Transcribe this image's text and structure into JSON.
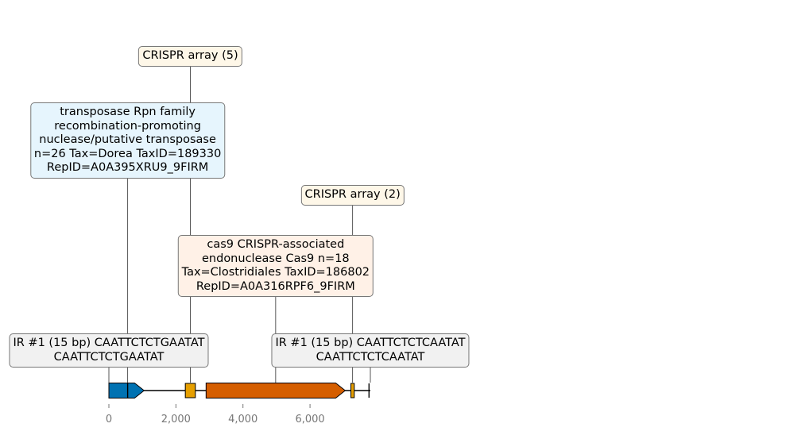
{
  "colors": {
    "transposase_box": "#e6f5fd",
    "cas9_box": "#fff1e7",
    "crispr_box": "#fef7e8",
    "ir_box": "#f1f1f1",
    "gene_blue": "#0072b2",
    "gene_orange": "#d55e00",
    "crispr_gold": "#e69f00",
    "connector": "#444444"
  },
  "axis": {
    "range": [
      0,
      7800
    ],
    "ticks": [
      {
        "value": 0,
        "label": "0"
      },
      {
        "value": 2000,
        "label": "2,000"
      },
      {
        "value": 4000,
        "label": "4,000"
      },
      {
        "value": 6000,
        "label": "6,000"
      }
    ]
  },
  "features": [
    {
      "id": "transposase",
      "type": "gene",
      "start": 0,
      "end": 1050,
      "strand": 1,
      "color": "gene_blue"
    },
    {
      "id": "crispr_5",
      "type": "crispr",
      "start": 2280,
      "end": 2580,
      "color": "crispr_gold"
    },
    {
      "id": "cas9",
      "type": "gene",
      "start": 2900,
      "end": 7050,
      "strand": 1,
      "color": "gene_orange"
    },
    {
      "id": "crispr_2",
      "type": "crispr",
      "start": 7220,
      "end": 7320,
      "color": "crispr_gold"
    },
    {
      "id": "ir_left",
      "type": "repeat",
      "position": 560
    },
    {
      "id": "ir_right",
      "type": "repeat",
      "position": 7760
    }
  ],
  "backbone": {
    "start": 0,
    "end": 7800
  },
  "annotations": [
    {
      "id": "transposase-label",
      "anchor": 560,
      "style": "transposase_box",
      "lines": [
        "transposase Rpn family",
        "recombination-promoting",
        "nuclease/putative transposase",
        "n=26 Tax=Dorea TaxID=189330",
        "RepID=A0A395XRU9_9FIRM"
      ]
    },
    {
      "id": "crispr-5-label",
      "anchor": 2430,
      "style": "crispr_box",
      "lines": [
        "CRISPR array (5)"
      ]
    },
    {
      "id": "crispr-2-label",
      "anchor": 7270,
      "style": "crispr_box",
      "lines": [
        "CRISPR array (2)"
      ]
    },
    {
      "id": "cas9-label",
      "anchor": 4975,
      "style": "cas9_box",
      "lines": [
        "cas9 CRISPR-associated",
        "endonuclease Cas9 n=18",
        "Tax=Clostridiales TaxID=186802",
        "RepID=A0A316RPF6_9FIRM"
      ]
    },
    {
      "id": "ir-left-label",
      "anchor": 0,
      "style": "ir_box",
      "lines": [
        "IR #1 (15 bp) CAATTCTCTGAATAT",
        "CAATTCTCTGAATAT"
      ]
    },
    {
      "id": "ir-right-label",
      "anchor": 7800,
      "style": "ir_box",
      "lines": [
        "IR #1 (15 bp) CAATTCTCTCAATAT",
        "CAATTCTCTCAATAT"
      ]
    }
  ]
}
